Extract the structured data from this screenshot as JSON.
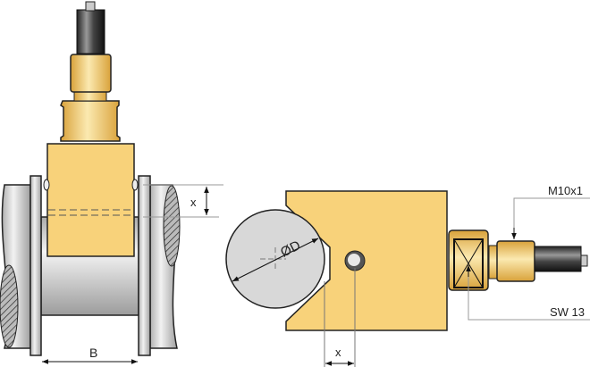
{
  "left_view": {
    "dimension_x_label": "x",
    "dimension_b_label": "B"
  },
  "right_view": {
    "diameter_label": "ØD",
    "dimension_x_label": "x",
    "thread_label": "M10x1",
    "wrench_size_label": "SW 13"
  },
  "colors": {
    "brass": "#F8D27A",
    "brass_dark": "#D9A63A",
    "steel": "#D8D8D8",
    "rod": "#3A3A3A"
  }
}
